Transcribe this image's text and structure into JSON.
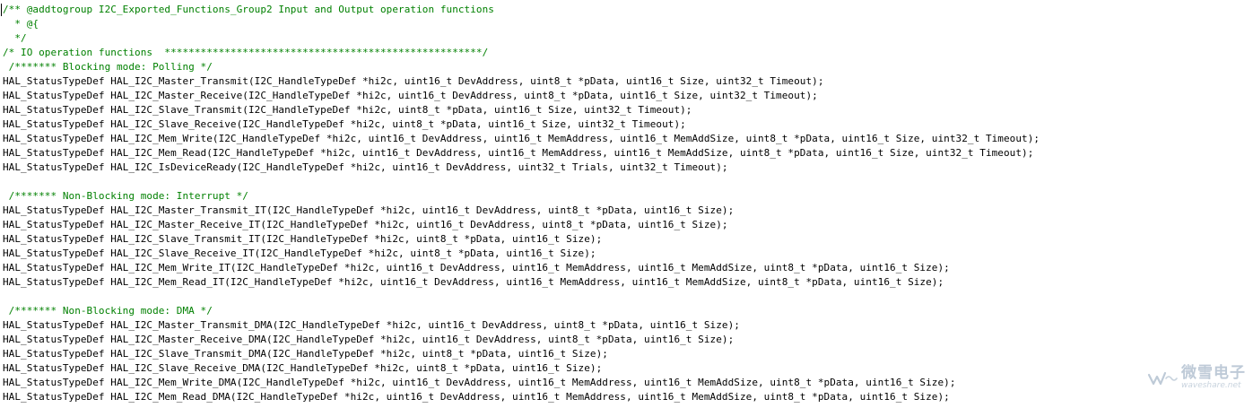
{
  "code_lines": [
    {
      "text": "/** @addtogroup I2C_Exported_Functions_Group2 Input and Output operation functions",
      "type": "comment"
    },
    {
      "text": "  * @{",
      "type": "comment"
    },
    {
      "text": "  */",
      "type": "comment"
    },
    {
      "text": "/* IO operation functions  *****************************************************/",
      "type": "comment"
    },
    {
      "text": " /******* Blocking mode: Polling */",
      "type": "comment"
    },
    {
      "text": "HAL_StatusTypeDef HAL_I2C_Master_Transmit(I2C_HandleTypeDef *hi2c, uint16_t DevAddress, uint8_t *pData, uint16_t Size, uint32_t Timeout);",
      "type": "code"
    },
    {
      "text": "HAL_StatusTypeDef HAL_I2C_Master_Receive(I2C_HandleTypeDef *hi2c, uint16_t DevAddress, uint8_t *pData, uint16_t Size, uint32_t Timeout);",
      "type": "code"
    },
    {
      "text": "HAL_StatusTypeDef HAL_I2C_Slave_Transmit(I2C_HandleTypeDef *hi2c, uint8_t *pData, uint16_t Size, uint32_t Timeout);",
      "type": "code"
    },
    {
      "text": "HAL_StatusTypeDef HAL_I2C_Slave_Receive(I2C_HandleTypeDef *hi2c, uint8_t *pData, uint16_t Size, uint32_t Timeout);",
      "type": "code"
    },
    {
      "text": "HAL_StatusTypeDef HAL_I2C_Mem_Write(I2C_HandleTypeDef *hi2c, uint16_t DevAddress, uint16_t MemAddress, uint16_t MemAddSize, uint8_t *pData, uint16_t Size, uint32_t Timeout);",
      "type": "code"
    },
    {
      "text": "HAL_StatusTypeDef HAL_I2C_Mem_Read(I2C_HandleTypeDef *hi2c, uint16_t DevAddress, uint16_t MemAddress, uint16_t MemAddSize, uint8_t *pData, uint16_t Size, uint32_t Timeout);",
      "type": "code"
    },
    {
      "text": "HAL_StatusTypeDef HAL_I2C_IsDeviceReady(I2C_HandleTypeDef *hi2c, uint16_t DevAddress, uint32_t Trials, uint32_t Timeout);",
      "type": "code"
    },
    {
      "text": "",
      "type": "code"
    },
    {
      "text": " /******* Non-Blocking mode: Interrupt */",
      "type": "comment"
    },
    {
      "text": "HAL_StatusTypeDef HAL_I2C_Master_Transmit_IT(I2C_HandleTypeDef *hi2c, uint16_t DevAddress, uint8_t *pData, uint16_t Size);",
      "type": "code"
    },
    {
      "text": "HAL_StatusTypeDef HAL_I2C_Master_Receive_IT(I2C_HandleTypeDef *hi2c, uint16_t DevAddress, uint8_t *pData, uint16_t Size);",
      "type": "code"
    },
    {
      "text": "HAL_StatusTypeDef HAL_I2C_Slave_Transmit_IT(I2C_HandleTypeDef *hi2c, uint8_t *pData, uint16_t Size);",
      "type": "code"
    },
    {
      "text": "HAL_StatusTypeDef HAL_I2C_Slave_Receive_IT(I2C_HandleTypeDef *hi2c, uint8_t *pData, uint16_t Size);",
      "type": "code"
    },
    {
      "text": "HAL_StatusTypeDef HAL_I2C_Mem_Write_IT(I2C_HandleTypeDef *hi2c, uint16_t DevAddress, uint16_t MemAddress, uint16_t MemAddSize, uint8_t *pData, uint16_t Size);",
      "type": "code"
    },
    {
      "text": "HAL_StatusTypeDef HAL_I2C_Mem_Read_IT(I2C_HandleTypeDef *hi2c, uint16_t DevAddress, uint16_t MemAddress, uint16_t MemAddSize, uint8_t *pData, uint16_t Size);",
      "type": "code"
    },
    {
      "text": "",
      "type": "code"
    },
    {
      "text": " /******* Non-Blocking mode: DMA */",
      "type": "comment"
    },
    {
      "text": "HAL_StatusTypeDef HAL_I2C_Master_Transmit_DMA(I2C_HandleTypeDef *hi2c, uint16_t DevAddress, uint8_t *pData, uint16_t Size);",
      "type": "code"
    },
    {
      "text": "HAL_StatusTypeDef HAL_I2C_Master_Receive_DMA(I2C_HandleTypeDef *hi2c, uint16_t DevAddress, uint8_t *pData, uint16_t Size);",
      "type": "code"
    },
    {
      "text": "HAL_StatusTypeDef HAL_I2C_Slave_Transmit_DMA(I2C_HandleTypeDef *hi2c, uint8_t *pData, uint16_t Size);",
      "type": "code"
    },
    {
      "text": "HAL_StatusTypeDef HAL_I2C_Slave_Receive_DMA(I2C_HandleTypeDef *hi2c, uint8_t *pData, uint16_t Size);",
      "type": "code"
    },
    {
      "text": "HAL_StatusTypeDef HAL_I2C_Mem_Write_DMA(I2C_HandleTypeDef *hi2c, uint16_t DevAddress, uint16_t MemAddress, uint16_t MemAddSize, uint8_t *pData, uint16_t Size);",
      "type": "code"
    },
    {
      "text": "HAL_StatusTypeDef HAL_I2C_Mem_Read_DMA(I2C_HandleTypeDef *hi2c, uint16_t DevAddress, uint16_t MemAddress, uint16_t MemAddSize, uint8_t *pData, uint16_t Size);",
      "type": "code"
    }
  ],
  "watermark": {
    "text_cn": "微雪电子",
    "text_en": "waveshare.net",
    "icon": "waveshare-logo-icon"
  },
  "colors": {
    "background": "#ffffff",
    "code": "#000000",
    "comment": "#008000",
    "watermark": "#8aa0b8"
  }
}
